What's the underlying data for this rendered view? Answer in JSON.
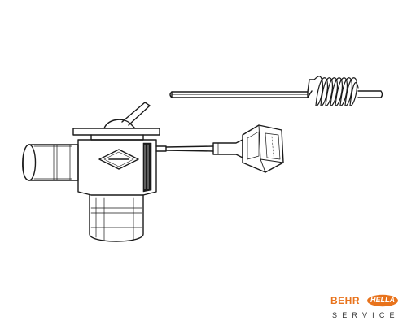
{
  "branding": {
    "brand_primary": "BEHR",
    "brand_secondary": "HELLA",
    "service_label": "SERVICE",
    "brand_color": "#e8731c"
  },
  "drawing": {
    "line_color": "#1a1a1a",
    "components": [
      "expansion-valve-body",
      "inlet-port",
      "outlet-port",
      "diaphragm-head",
      "capillary-tube",
      "sensing-bulb-coil",
      "flare-nut-fitting"
    ]
  }
}
